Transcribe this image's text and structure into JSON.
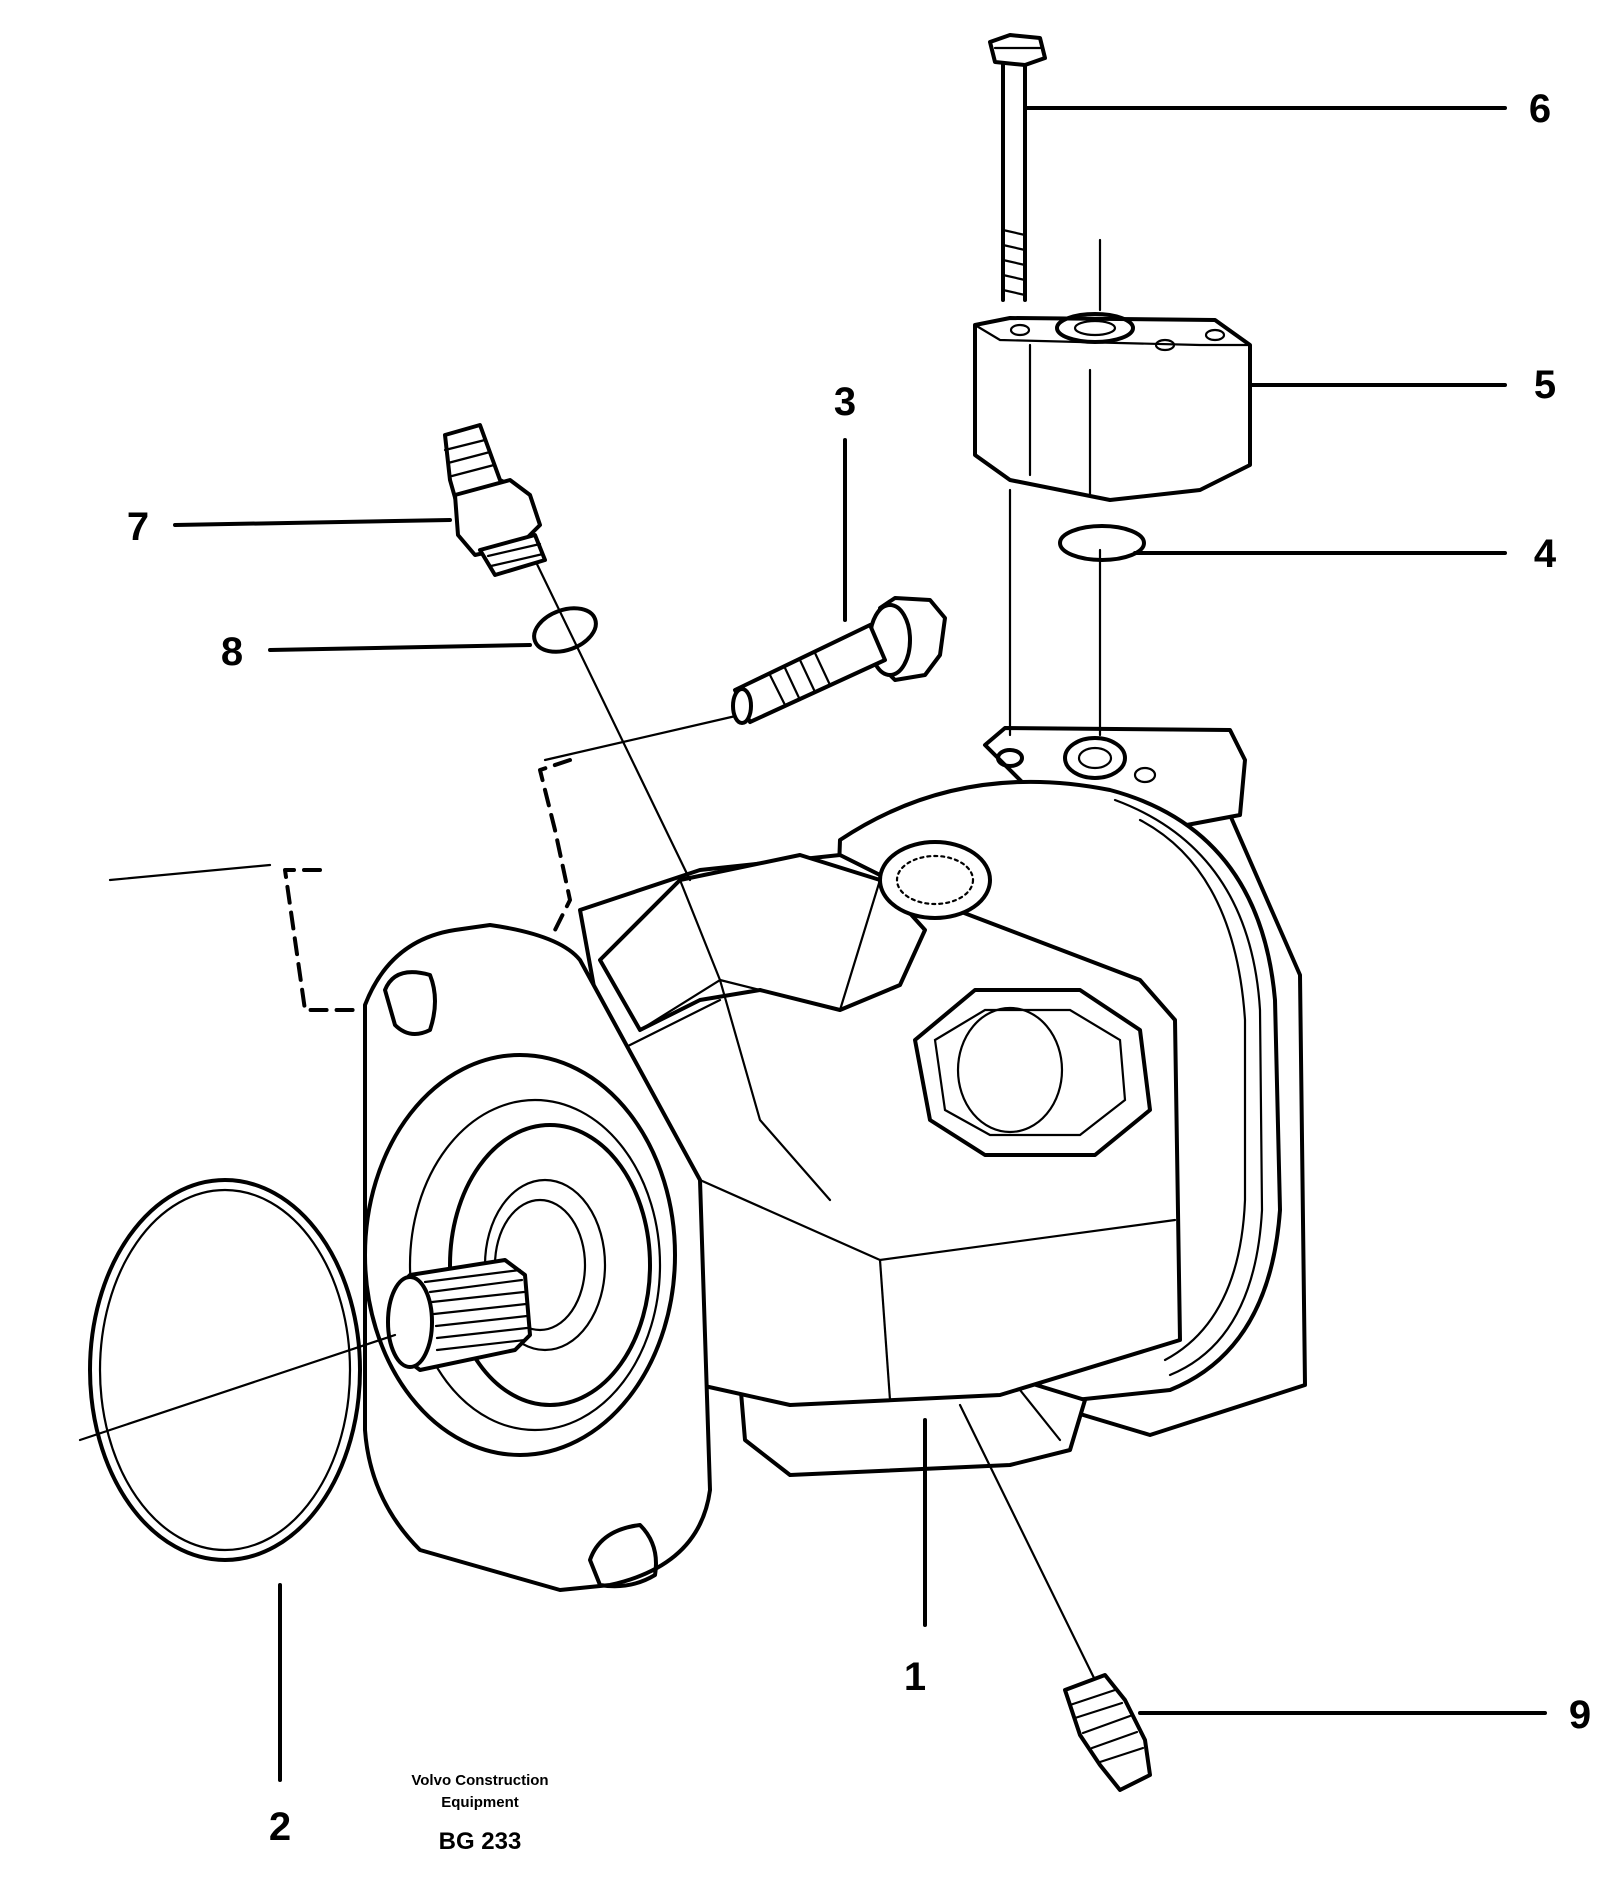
{
  "callouts": {
    "c1": "1",
    "c2": "2",
    "c3": "3",
    "c4": "4",
    "c5": "5",
    "c6": "6",
    "c7": "7",
    "c8": "8",
    "c9": "9"
  },
  "footer": {
    "credit_line1": "Volvo Construction",
    "credit_line2": "Equipment",
    "code": "BG 233"
  }
}
